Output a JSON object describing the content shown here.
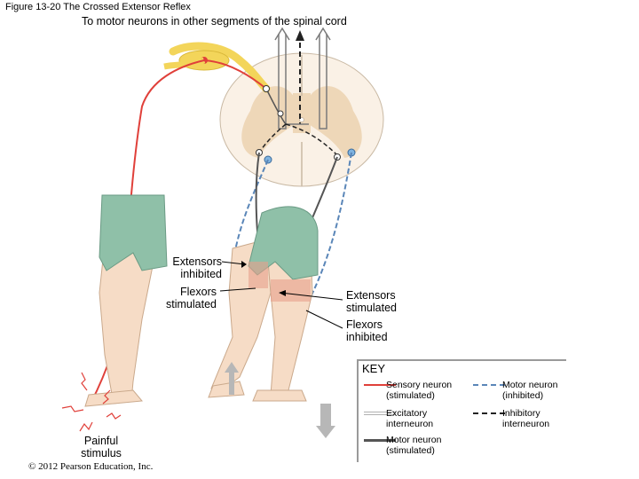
{
  "figure": {
    "title": "Figure 13-20 The Crossed Extensor Reflex",
    "subtitle": "To motor neurons in other segments of the spinal cord",
    "copyright": "© 2012 Pearson Education, Inc."
  },
  "labels": {
    "left_extensors": "Extensors\ninhibited",
    "left_flexors": "Flexors\nstimulated",
    "right_extensors": "Extensors\nstimulated",
    "right_flexors": "Flexors\ninhibited",
    "stimulus": "Painful\nstimulus"
  },
  "key": {
    "title": "KEY",
    "items": [
      {
        "label": "Sensory neuron\n(stimulated)",
        "color": "#e0403a",
        "style": "solid"
      },
      {
        "label": "Motor neuron\n(inhibited)",
        "color": "#5a86b8",
        "style": "dashed"
      },
      {
        "label": "Excitatory\ninterneuron",
        "color": "#b0b0b0",
        "style": "double"
      },
      {
        "label": "Inhibitory\ninterneuron",
        "color": "#222222",
        "style": "dashed"
      },
      {
        "label": "Motor neuron\n(stimulated)",
        "color": "#555555",
        "style": "solid"
      }
    ]
  },
  "colors": {
    "skin": "#f6dcc6",
    "shorts": "#8fc0a8",
    "nerve": "#f3d55a",
    "cord_gray": "#eed7b8",
    "cord_white": "#faf1e6",
    "muscle": "#e8a08c",
    "arrow": "#b7b7b7"
  }
}
